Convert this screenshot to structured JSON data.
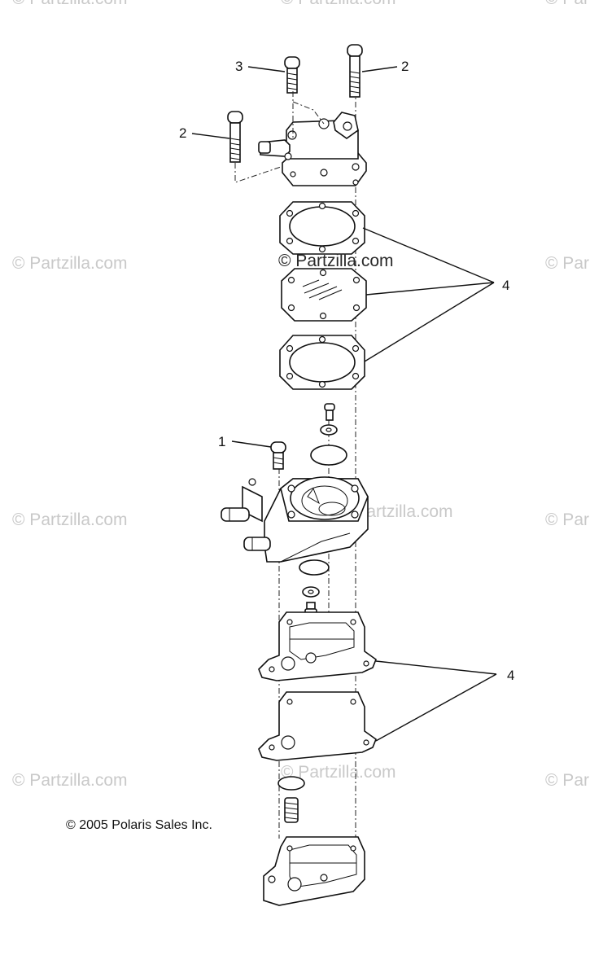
{
  "watermarks": {
    "text": "© Partzilla.com",
    "center_text": "© Partzilla.com",
    "edge_text": "© Par"
  },
  "callouts": {
    "screw_top": "3",
    "bolt_right": "2",
    "bolt_left": "2",
    "gaskets_upper": "4",
    "screw_body": "1",
    "gaskets_lower": "4"
  },
  "copyright": "© 2005 Polaris Sales Inc.",
  "colors": {
    "ink": "#111111",
    "watermark": "#c9c9c9",
    "background": "#ffffff"
  }
}
